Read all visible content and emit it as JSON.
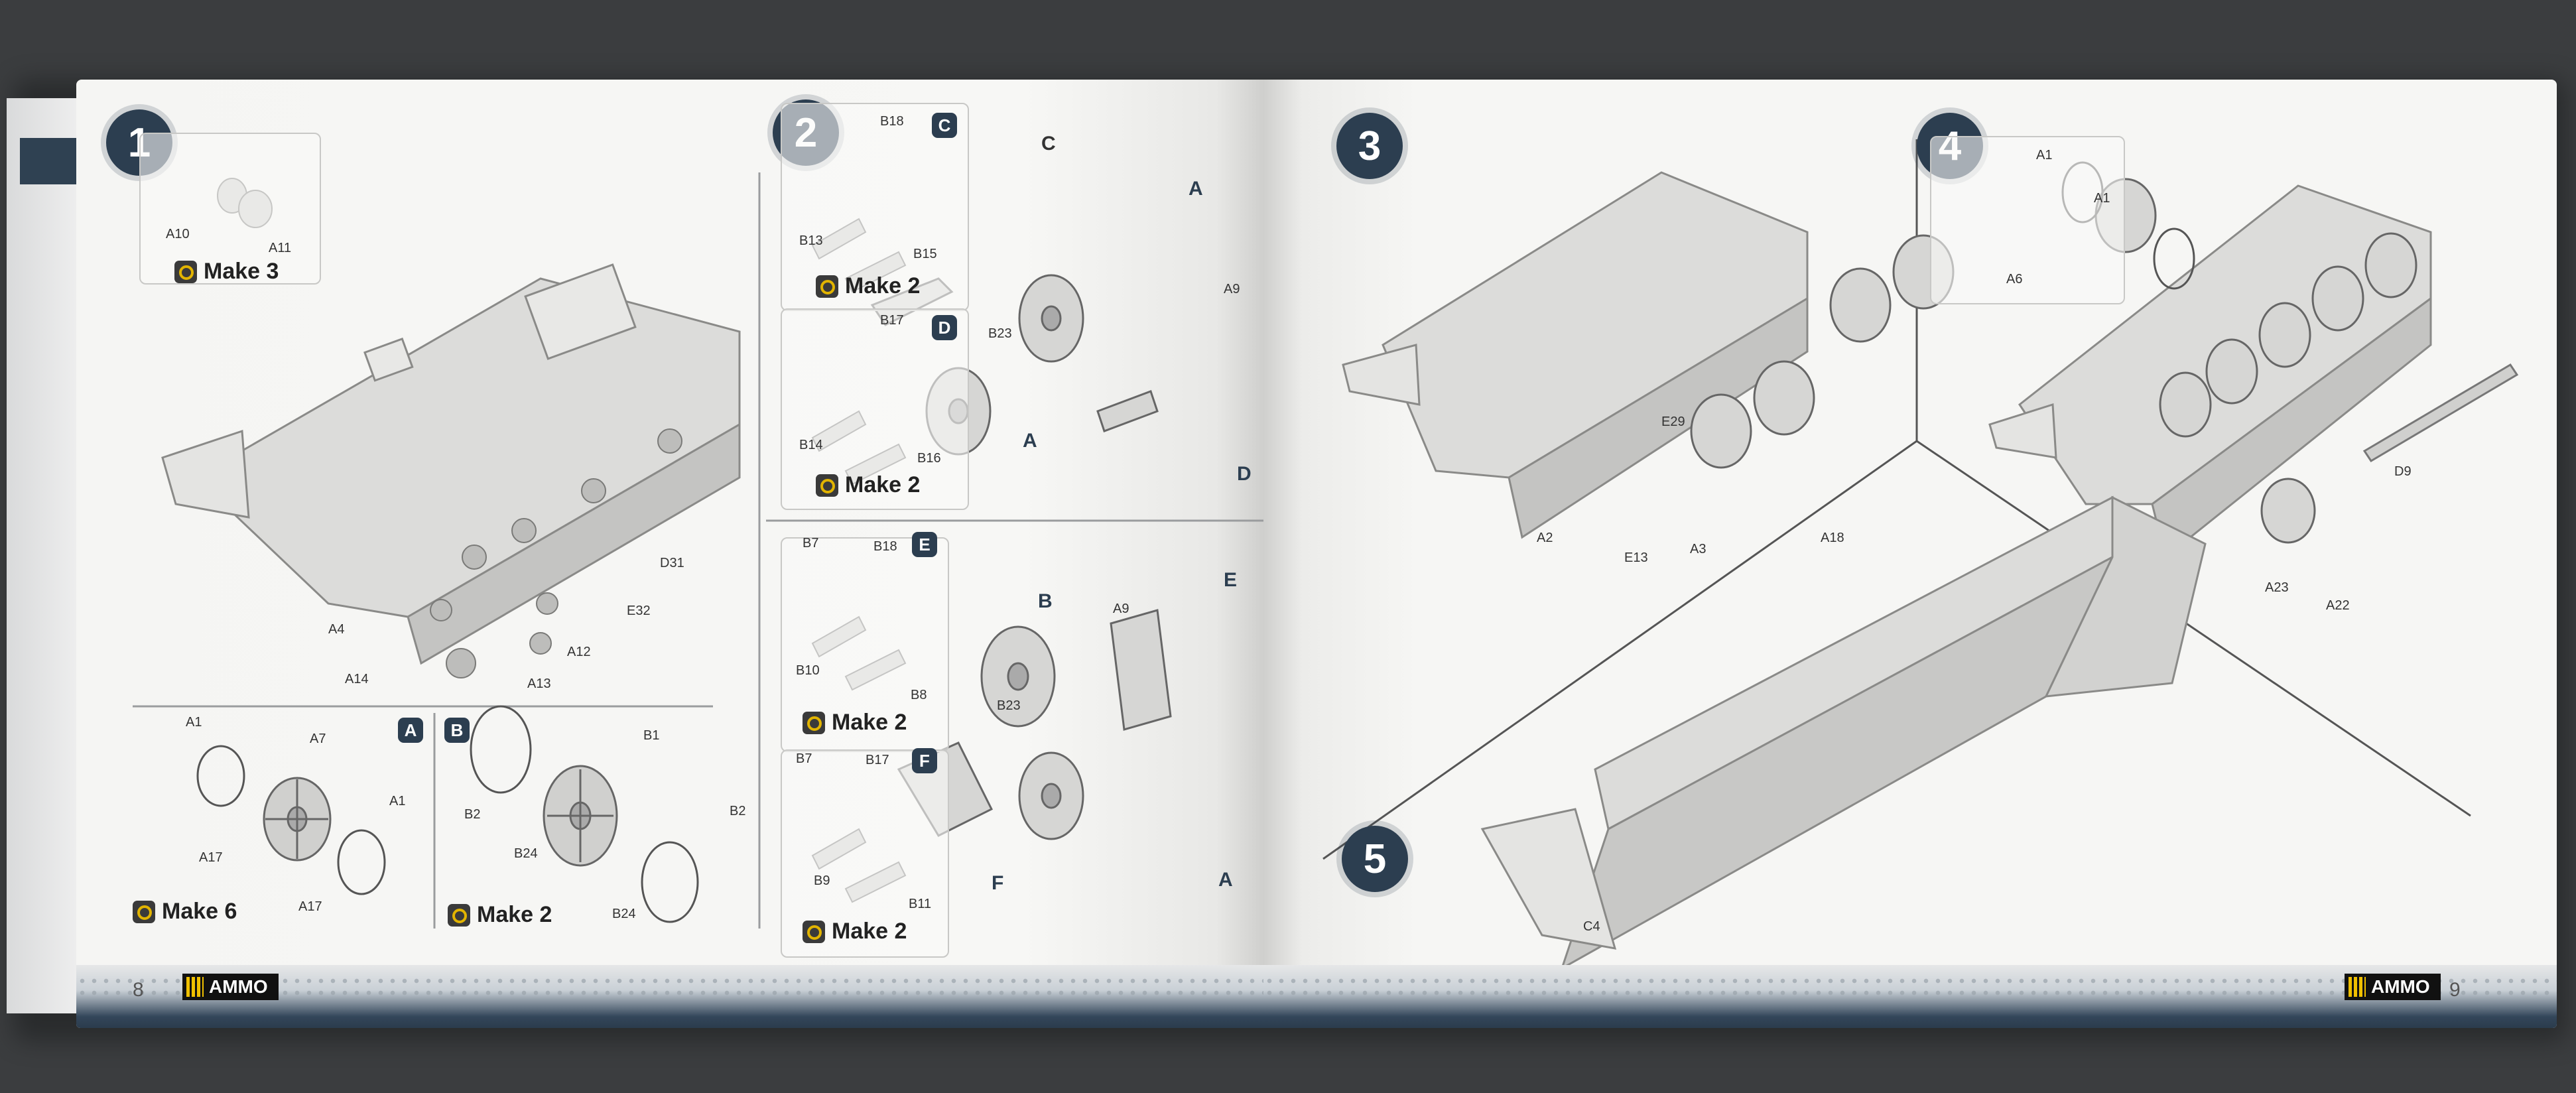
{
  "left_page": {
    "page_number": "8",
    "logo_text": "AMMO",
    "steps": [
      {
        "number": "1"
      },
      {
        "number": "2"
      }
    ],
    "step1": {
      "detail_labels": [
        "A10",
        "A11"
      ],
      "make": "Make 3",
      "part_labels": [
        "D31",
        "E32",
        "A4",
        "A12",
        "A13",
        "A14"
      ]
    },
    "sub_a": {
      "letter": "A",
      "labels": [
        "A1",
        "A7",
        "A1",
        "A17",
        "A17"
      ],
      "make": "Make 6"
    },
    "sub_b": {
      "letter": "B",
      "labels": [
        "B1",
        "B2",
        "B2",
        "B24",
        "B24"
      ],
      "make": "Make 2"
    },
    "step2": {
      "sub_c": {
        "letter": "C",
        "labels": [
          "B18",
          "B13",
          "B15"
        ],
        "make": "Make 2"
      },
      "sub_d": {
        "letter": "D",
        "labels": [
          "B17",
          "B14",
          "B16"
        ],
        "make": "Make 2"
      },
      "sub_e": {
        "letter": "E",
        "labels": [
          "B7",
          "B18",
          "B10",
          "B8"
        ],
        "make": "Make 2"
      },
      "sub_f": {
        "letter": "F",
        "labels": [
          "B7",
          "B17",
          "B9",
          "B11"
        ],
        "make": "Make 2"
      },
      "upper_labels": [
        "C",
        "A",
        "A9",
        "B23",
        "A",
        "D"
      ],
      "lower_labels": [
        "B",
        "A9",
        "E",
        "B23",
        "F",
        "A"
      ]
    }
  },
  "right_page": {
    "page_number": "9",
    "logo_text": "AMMO",
    "steps": [
      {
        "number": "3"
      },
      {
        "number": "4"
      },
      {
        "number": "5"
      }
    ],
    "step3": {
      "labels": [
        "E29",
        "A2",
        "E13",
        "A3"
      ]
    },
    "step4": {
      "detail_labels": [
        "A1",
        "A1",
        "A6"
      ],
      "labels": [
        "D9",
        "A23",
        "A22"
      ]
    },
    "step5": {
      "labels": [
        "A18",
        "C4"
      ]
    }
  }
}
